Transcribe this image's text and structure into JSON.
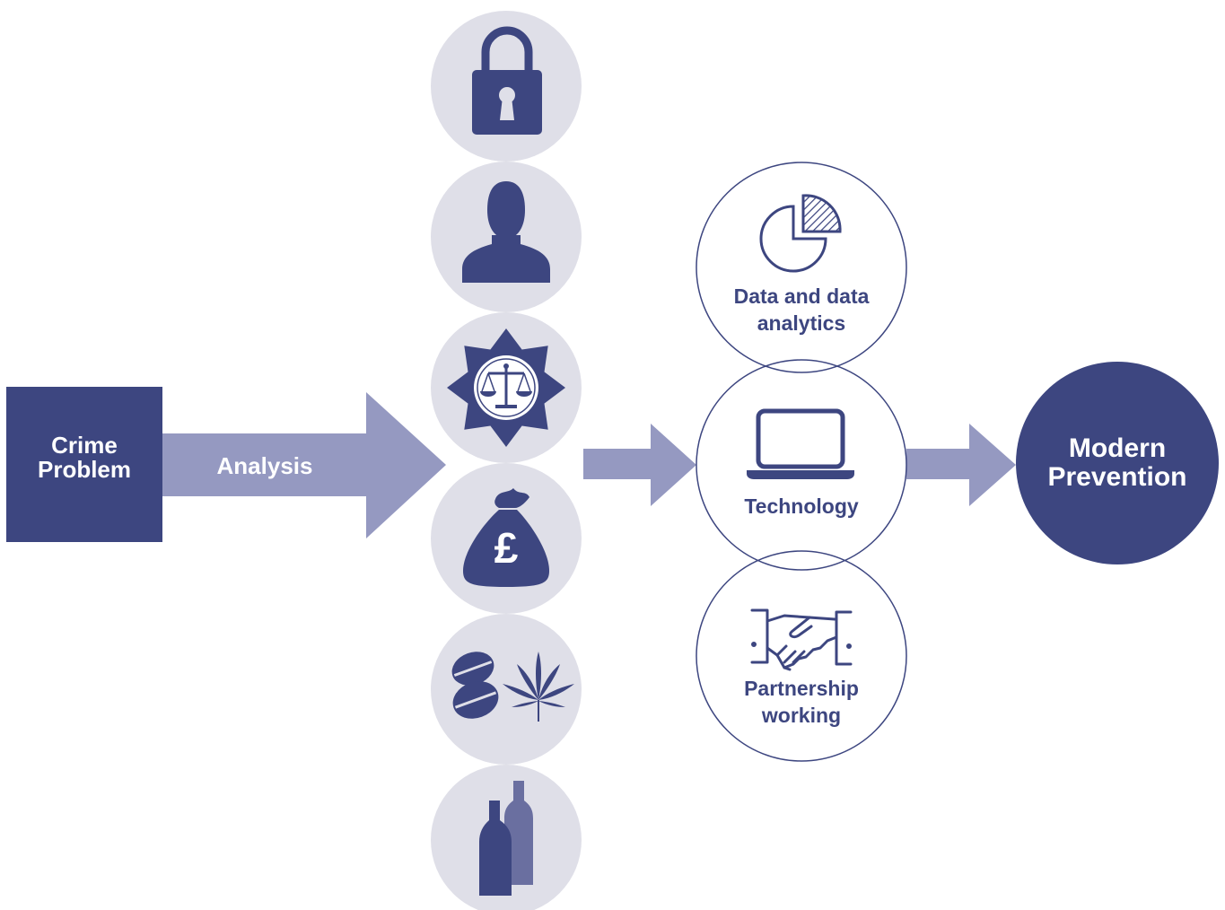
{
  "colors": {
    "navy": "#3d4680",
    "arrow": "#9599c1",
    "light_circle": "#dfdfe8",
    "bottle_back": "#6a6fa0"
  },
  "start": {
    "line1": "Crime",
    "line2": "Problem"
  },
  "analysis_label": "Analysis",
  "factors": [
    {
      "icon": "open-padlock-icon"
    },
    {
      "icon": "person-silhouette-icon"
    },
    {
      "icon": "police-badge-scales-icon"
    },
    {
      "icon": "pound-money-bag-icon"
    },
    {
      "icon": "drugs-pills-cannabis-icon"
    },
    {
      "icon": "alcohol-bottles-icon"
    }
  ],
  "enablers": [
    {
      "icon": "pie-chart-icon",
      "line1": "Data and data",
      "line2": "analytics"
    },
    {
      "icon": "laptop-icon",
      "line1": "Technology",
      "line2": ""
    },
    {
      "icon": "handshake-icon",
      "line1": "Partnership",
      "line2": "working"
    }
  ],
  "outcome": {
    "line1": "Modern",
    "line2": "Prevention"
  }
}
